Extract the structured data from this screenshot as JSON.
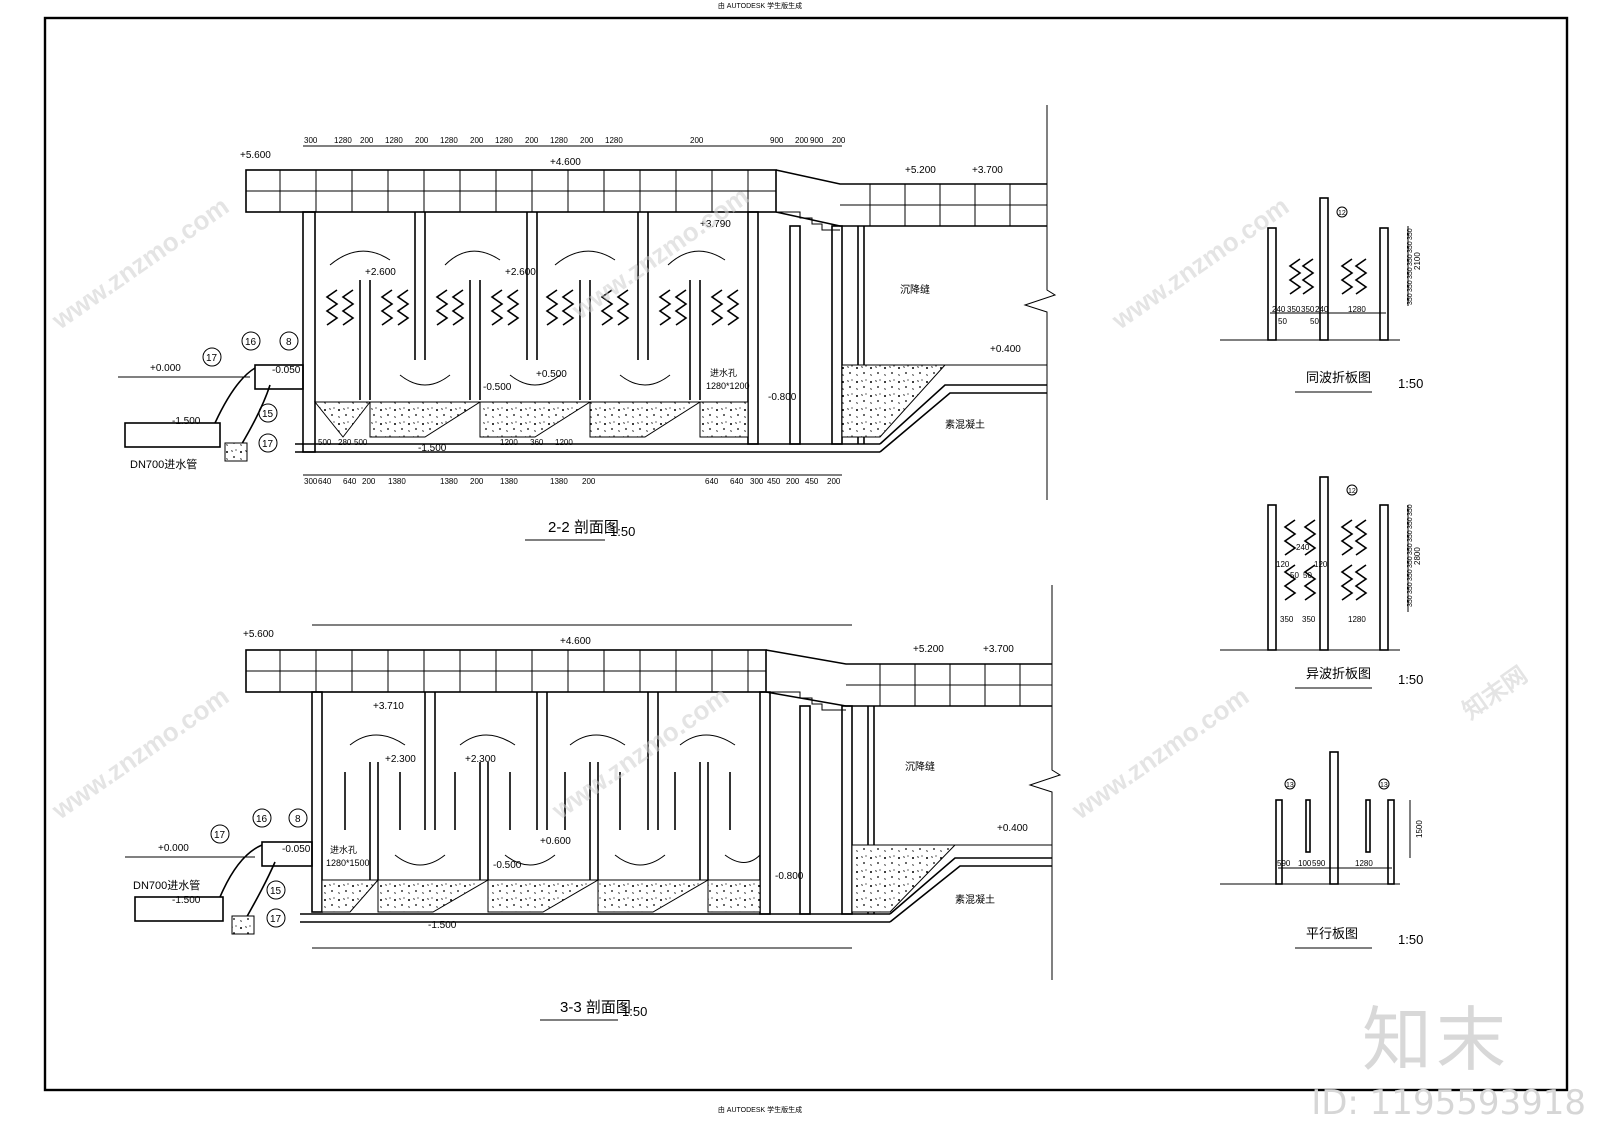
{
  "header": {
    "autodesk_top": "由 AUTODESK 学生版生成",
    "autodesk_bottom": "由 AUTODESK 学生版生成",
    "autodesk_left": "由 AUTODESK 学生版生成",
    "autodesk_right": "由 AUTODESK 学生版生成"
  },
  "section22": {
    "title": "2-2 剖面图",
    "scale": "1:50",
    "top_dims": [
      "300",
      "1280",
      "200",
      "1280",
      "200",
      "1280",
      "200",
      "1280",
      "200",
      "1280",
      "200",
      "1280",
      "200",
      "900",
      "200",
      "900",
      "200"
    ],
    "bottom_dims": [
      "300",
      "640",
      "640",
      "200",
      "1380",
      "1380",
      "200",
      "1380",
      "1380",
      "200",
      "640",
      "640",
      "300",
      "450",
      "200",
      "450",
      "200"
    ],
    "levels": {
      "l5600": "+5.600",
      "l4600": "+4.600",
      "l5200": "+5.200",
      "l3700": "+3.700",
      "l3790": "+3.790",
      "l2600a": "+2.600",
      "l2600b": "+2.600",
      "l0000": "+0.000",
      "l0050": "-0.050",
      "l0500": "-0.500",
      "l0500b": "+0.500",
      "l1500": "-1.500",
      "l1500b": "-1.500",
      "l0800": "-0.800",
      "l0400": "+0.400"
    },
    "labels": {
      "pipe": "DN700进水管",
      "hole": "进水孔",
      "hole_size": "1280*1200",
      "settle": "沉降缝",
      "concrete": "素混凝土",
      "n16": "16",
      "n8": "8",
      "n17a": "17",
      "n15": "15",
      "n17b": "17"
    },
    "base_dims": [
      "500",
      "280",
      "500",
      "1200",
      "360",
      "1200"
    ]
  },
  "section33": {
    "title": "3-3 剖面图",
    "scale": "1:50",
    "levels": {
      "l5600": "+5.600",
      "l4600": "+4.600",
      "l5200": "+5.200",
      "l3700": "+3.700",
      "l3710": "+3.710",
      "l2300a": "+2.300",
      "l2300b": "+2.300",
      "l0000": "+0.000",
      "l0050": "-0.050",
      "l0500": "-0.500",
      "l0600": "+0.600",
      "l1500": "-1.500",
      "l1500b": "-1.500",
      "l0800": "-0.800",
      "l0400": "+0.400"
    },
    "labels": {
      "pipe": "DN700进水管",
      "hole": "进水孔",
      "hole_size": "1280*1500",
      "settle": "沉降缝",
      "concrete": "素混凝土",
      "n16": "16",
      "n8": "8",
      "n17a": "17",
      "n15": "15",
      "n17b": "17"
    }
  },
  "detail_same": {
    "title": "同波折板图",
    "scale": "1:50",
    "dims": [
      "240",
      "350",
      "350",
      "240",
      "1280",
      "50",
      "50"
    ],
    "side_dims": [
      "350",
      "350",
      "350",
      "350",
      "350",
      "350"
    ],
    "total": "2100",
    "callout": "12"
  },
  "detail_diff": {
    "title": "异波折板图",
    "scale": "1:50",
    "dims": [
      "240",
      "120",
      "120",
      "50",
      "50",
      "350",
      "350",
      "1280"
    ],
    "side_dims": [
      "350",
      "350",
      "350",
      "350",
      "350",
      "350",
      "350",
      "350"
    ],
    "total": "2800",
    "callout": "12"
  },
  "detail_flat": {
    "title": "平行板图",
    "scale": "1:50",
    "dims": [
      "590",
      "100",
      "590",
      "1280"
    ],
    "total": "1500",
    "callout_a": "13",
    "callout_b": "13"
  },
  "watermark": {
    "site": "www.znzmo.com",
    "brand": "知末网",
    "logo": "知末",
    "id": "ID: 1195593918"
  }
}
